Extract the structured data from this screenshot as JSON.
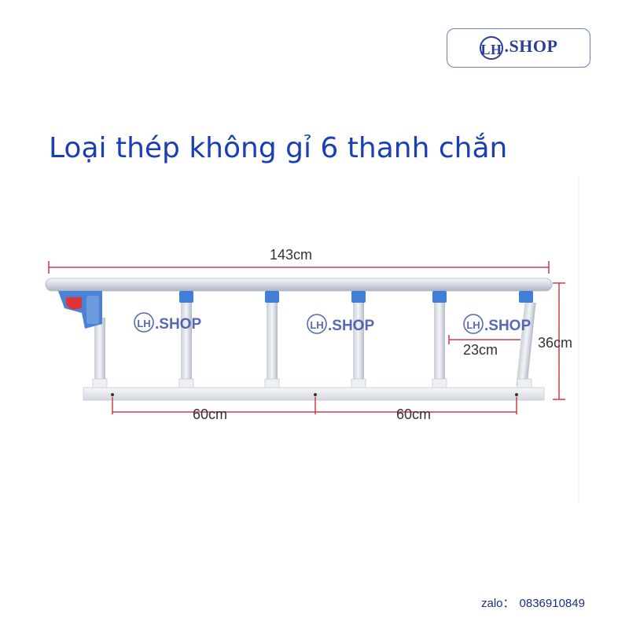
{
  "logo": {
    "mark": "LH",
    "text": ".SHOP"
  },
  "title": "Loại thép không gỉ 6 thanh chắn",
  "dimensions": {
    "total_length": "143cm",
    "height": "36cm",
    "post_spacing": "23cm",
    "segment_left": "60cm",
    "segment_right": "60cm"
  },
  "watermarks": [
    {
      "mark": "LH",
      "text": ".SHOP"
    },
    {
      "mark": "LH",
      "text": ".SHOP"
    },
    {
      "mark": "LH",
      "text": ".SHOP"
    }
  ],
  "footer": {
    "label": "zalo：",
    "phone": "0836910849"
  },
  "colors": {
    "dimension_line": "#d23a4a",
    "title": "#1a3fb4",
    "logo": "#2a3e9a",
    "rail": "#dfe3ea",
    "cap_blue": "#3f7fd8",
    "latch_red": "#e0343d"
  }
}
